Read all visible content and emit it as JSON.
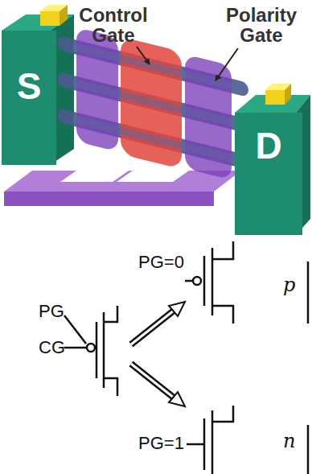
{
  "diagram": {
    "nodes": [
      {
        "text": [
          "S"
        ]
      },
      {
        "text": [
          "D"
        ]
      }
    ],
    "labels": [
      "Control Gate",
      "Polarity Gate",
      "PG=0",
      "PG",
      "CG",
      "p",
      "PG=1",
      "n"
    ]
  }
}
